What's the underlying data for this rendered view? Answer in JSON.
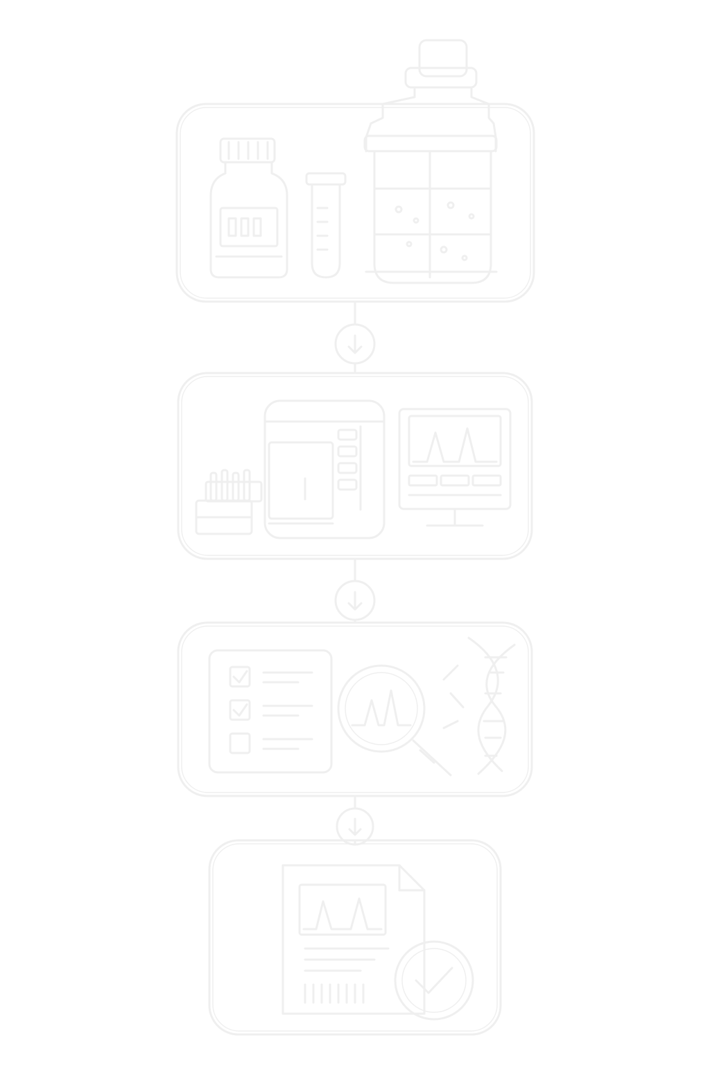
{
  "diagram": {
    "type": "vertical-workflow",
    "stroke_color": "#efefef",
    "background": "#ffffff",
    "steps": [
      {
        "id": "sample-preparation",
        "icons": [
          "reagent-bottle-icon",
          "test-tube-icon",
          "culture-vessel-icon"
        ]
      },
      {
        "id": "instrument-analysis",
        "icons": [
          "sample-rack-icon",
          "analyzer-instrument-icon",
          "chromatogram-monitor-icon"
        ]
      },
      {
        "id": "data-interpretation",
        "icons": [
          "checklist-icon",
          "peak-magnifier-icon",
          "dna-helix-icon"
        ]
      },
      {
        "id": "final-report",
        "icons": [
          "report-document-icon",
          "checkmark-badge-icon"
        ]
      }
    ],
    "connectors": [
      {
        "from": "sample-preparation",
        "to": "instrument-analysis",
        "icon": "arrow-down-icon"
      },
      {
        "from": "instrument-analysis",
        "to": "data-interpretation",
        "icon": "arrow-down-icon"
      },
      {
        "from": "data-interpretation",
        "to": "final-report",
        "icon": "arrow-down-icon"
      }
    ]
  }
}
